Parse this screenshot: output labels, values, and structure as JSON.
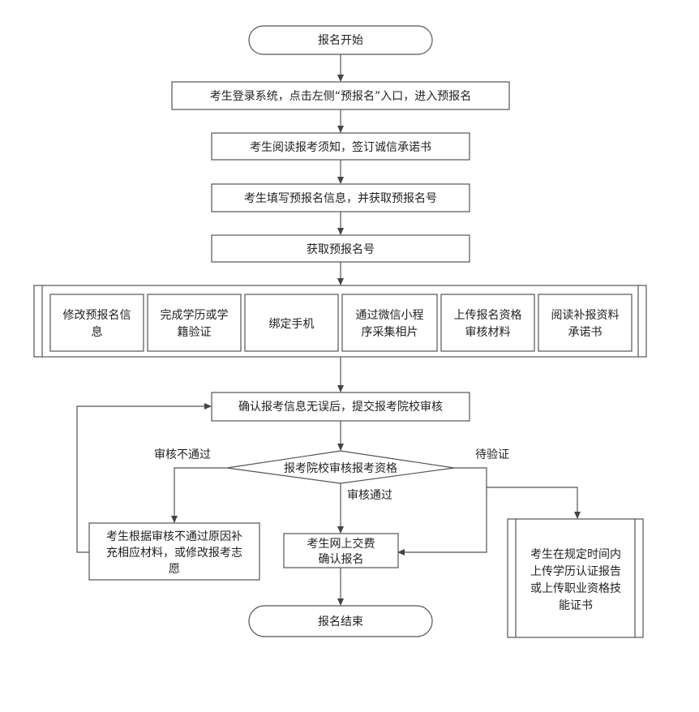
{
  "flowchart": {
    "start": "报名开始",
    "step1": "考生登录系统，点击左侧“预报名”入口，进入预报名",
    "step2": "考生阅读报考须知，签订诚信承诺书",
    "step3": "考生填写预报名信息，并获取预报名号",
    "step4": "获取预报名号",
    "tasks": [
      [
        "修改预报名信",
        "息"
      ],
      [
        "完成学历或学",
        "籍验证"
      ],
      [
        "绑定手机"
      ],
      [
        "通过微信小程",
        "序采集相片"
      ],
      [
        "上传报名资格",
        "审核材料"
      ],
      [
        "阅读补报资料",
        "承诺书"
      ]
    ],
    "confirm": "确认报考信息无误后，提交报考院校审核",
    "decision": "报考院校审核报考资格",
    "label_fail": "审核不通过",
    "label_pass": "审核通过",
    "label_pending": "待验证",
    "fail_box": [
      "考生根据审核不通过原因补",
      "充相应材料，或修改报考志",
      "愿"
    ],
    "pay_box": [
      "考生网上交费",
      "确认报名"
    ],
    "pending_box": [
      "考生在规定时间内",
      "上传学历认证报告",
      "或上传职业资格技",
      "能证书"
    ],
    "end": "报名结束"
  }
}
